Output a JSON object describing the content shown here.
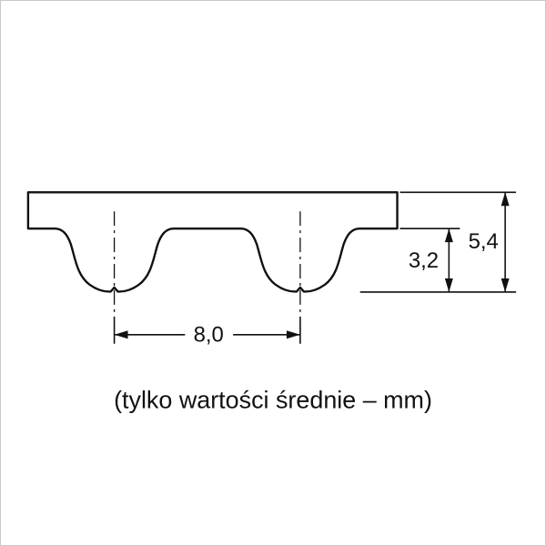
{
  "diagram": {
    "type": "technical-drawing",
    "subject": "timing belt tooth profile cross-section",
    "dimensions": {
      "pitch": "8,0",
      "tooth_height": "3,2",
      "belt_height": "5,4"
    },
    "caption": "(tylko wartości średnie – mm)",
    "units": "mm",
    "colors": {
      "line": "#111111",
      "background": "#ffffff"
    }
  }
}
